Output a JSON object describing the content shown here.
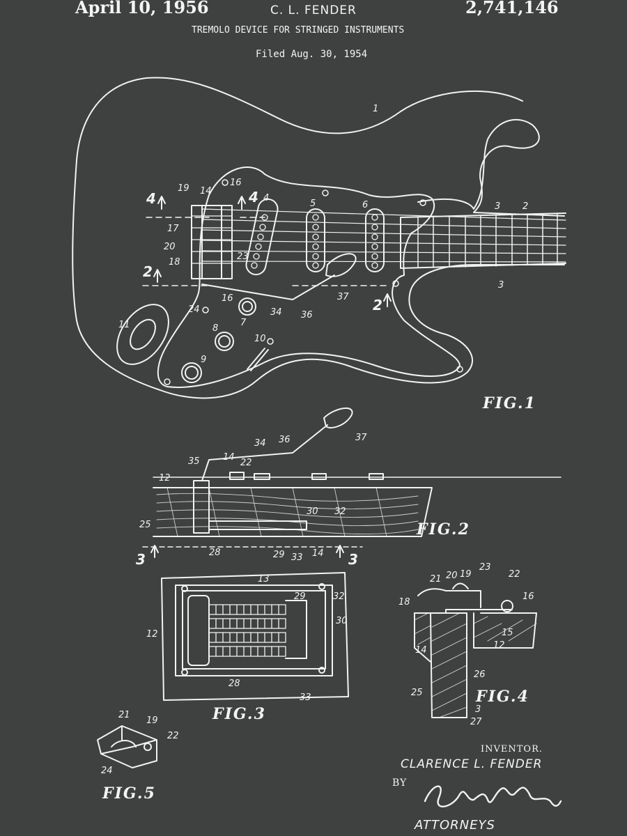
{
  "header": {
    "date": "April 10, 1956",
    "inventor": "C. L. FENDER",
    "patent_number": "2,741,146",
    "title": "TREMOLO DEVICE FOR STRINGED INSTRUMENTS",
    "filed": "Filed Aug. 30, 1954"
  },
  "figures": {
    "fig1": "FIG.1",
    "fig2": "FIG.2",
    "fig3": "FIG.3",
    "fig4": "FIG.4",
    "fig5": "FIG.5"
  },
  "signature": {
    "inventor_label": "INVENTOR.",
    "inventor_name": "CLARENCE L. FENDER",
    "by": "BY",
    "attorneys": "ATTORNEYS"
  },
  "colors": {
    "background": "#3f4040",
    "ink": "#f2f2f2"
  }
}
